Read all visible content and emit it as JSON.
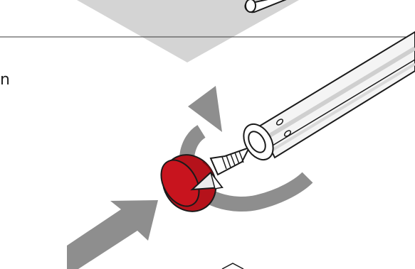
{
  "figure": {
    "edge_text": "n",
    "parts": {
      "arrow": "push-arrow",
      "rotation": "rotate-arrow",
      "cap": "red-cap",
      "screw": "threaded-screw",
      "tube": "metal-tube"
    }
  },
  "colors": {
    "cap_red": "#b5121b",
    "cap_dark": "#7a0a10",
    "arrow_gray": "#8e8e8e",
    "panel_gray": "#d4d4d4",
    "line": "#1a1a1a",
    "tube_light": "#f4f4f4",
    "tube_mid": "#d9d9d9"
  }
}
